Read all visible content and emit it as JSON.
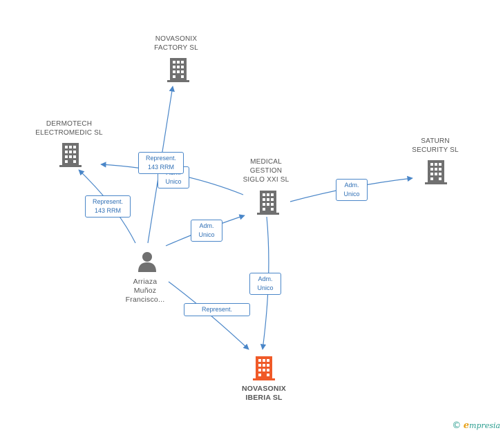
{
  "nodes": {
    "novasonix_factory": {
      "label": "NOVASONIX\nFACTORY SL"
    },
    "dermotech": {
      "label": "DERMOTECH\nELECTROMEDIC SL"
    },
    "medical_gestion": {
      "label": "MEDICAL\nGESTION\nSIGLO XXI SL"
    },
    "saturn": {
      "label": "SATURN\nSECURITY SL"
    },
    "person": {
      "label": "Arriaza\nMuñoz\nFrancisco..."
    },
    "novasonix_iberia": {
      "label": "NOVASONIX\nIBERIA SL"
    }
  },
  "edges": {
    "rep_factory": "Represent.\n143 RRM",
    "adm_dermotech_medical": "Adm.\nUnico",
    "rep_dermotech": "Represent.\n143 RRM",
    "adm_person_medical": "Adm.\nUnico",
    "adm_medical_saturn": "Adm.\nUnico",
    "adm_medical_iberia": "Adm.\nUnico",
    "rep_iberia": "Represent."
  },
  "brand": {
    "copyright": "©",
    "name": "mpresia",
    "initial": "e"
  },
  "colors": {
    "edge": "#4a86c8",
    "company": "#707070",
    "main_company": "#f05a28",
    "person": "#707070"
  }
}
